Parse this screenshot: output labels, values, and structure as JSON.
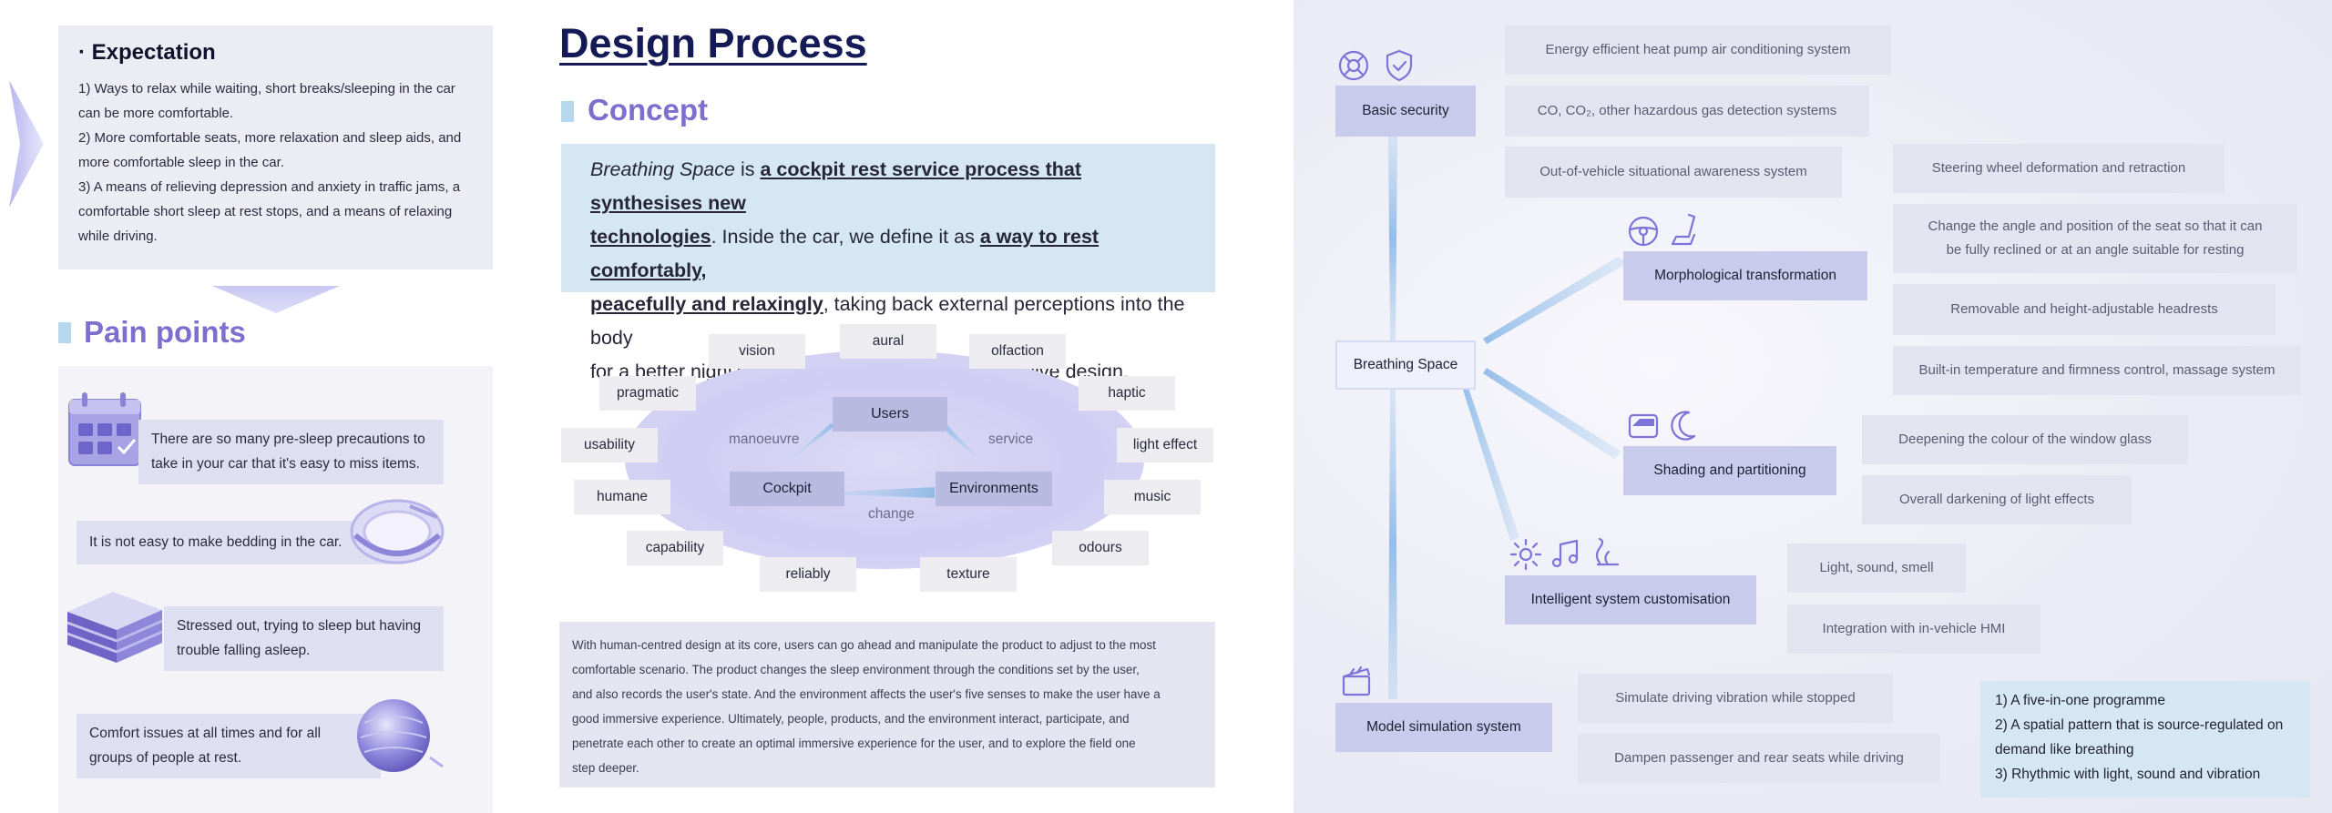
{
  "expectation": {
    "title": "· Expectation",
    "lines": [
      "1) Ways to relax while waiting, short breaks/sleeping in the car",
      "can be more comfortable.",
      "2) More comfortable seats, more relaxation and sleep aids, and",
      "more comfortable sleep in the car.",
      "3) A means of relieving depression and anxiety in traffic jams, a",
      "comfortable short sleep at rest stops, and a means of relaxing",
      "while driving."
    ]
  },
  "pain_points": {
    "title": "Pain points",
    "items": [
      {
        "line1": "There are so many pre-sleep precautions to",
        "line2": "take in your car that it's easy to miss items."
      },
      {
        "line1": "It is not easy to make bedding in the car.",
        "line2": ""
      },
      {
        "line1": "Stressed out, trying to sleep but having",
        "line2": "trouble falling asleep."
      },
      {
        "line1": "Comfort issues at all times and for all",
        "line2": "groups of people at rest."
      }
    ]
  },
  "design_process": {
    "title": "Design Process",
    "concept_title": "Concept",
    "concept": {
      "name_italic": "Breathing Space",
      "is": " is ",
      "underline1a": "a cockpit rest service process that synthesises new",
      "underline1b": "technologies",
      "mid": ". Inside the car, we define it as ",
      "underline2a": "a way to rest comfortably,",
      "underline2b": "peacefully and relaxingly",
      "rest1": ", taking back external perceptions into the body",
      "rest2": "for a better night's sleep or a short break, an exclusive design."
    }
  },
  "diagram": {
    "senses": {
      "vision": "vision",
      "aural": "aural",
      "olfaction": "olfaction",
      "pragmatic": "pragmatic",
      "haptic": "haptic",
      "usability": "usability",
      "light_effect": "light effect",
      "humane": "humane",
      "music": "music",
      "capability": "capability",
      "odours": "odours",
      "reliably": "reliably",
      "texture": "texture"
    },
    "cores": {
      "users": "Users",
      "cockpit": "Cockpit",
      "environments": "Environments"
    },
    "links": {
      "manoeuvre": "manoeuvre",
      "service": "service",
      "change": "change"
    }
  },
  "bottom_paragraph": [
    "With human-centred design at its core, users can go ahead and manipulate the product to adjust to the most",
    "comfortable scenario. The product changes the sleep environment through the conditions set by the user,",
    "and also records the user's state. And the environment affects the user's five senses to make the user have a",
    "good immersive experience. Ultimately, people, products, and the environment interact, participate, and",
    "penetrate each other to create an optimal immersive experience for the user, and to explore the field one",
    "step deeper."
  ],
  "mindmap": {
    "center": "Breathing Space",
    "branches": {
      "basic_security": {
        "label": "Basic security",
        "icons": [
          "lifebuoy-icon",
          "shield-check-icon"
        ],
        "leaves": [
          "Energy efficient heat pump air conditioning system",
          "CO, CO₂, other hazardous gas detection systems",
          "Out-of-vehicle situational awareness system"
        ]
      },
      "morphological": {
        "label": "Morphological transformation",
        "icons": [
          "steering-wheel-icon",
          "seat-icon"
        ],
        "leaves": [
          "Steering wheel deformation and retraction",
          "Change the angle and position of the seat so that it can",
          "be fully reclined or at an angle suitable for resting",
          "Removable and height-adjustable headrests",
          "Built-in temperature and firmness control, massage system"
        ]
      },
      "shading": {
        "label": "Shading and partitioning",
        "icons": [
          "car-window-icon",
          "moon-icon"
        ],
        "leaves": [
          "Deepening the colour of the window glass",
          "Overall darkening of light effects"
        ]
      },
      "intelligent": {
        "label": "Intelligent system customisation",
        "icons": [
          "sun-icon",
          "music-note-icon",
          "scent-icon"
        ],
        "leaves": [
          "Light, sound, smell",
          "Integration with in-vehicle HMI"
        ]
      },
      "model_sim": {
        "label": "Model simulation system",
        "icons": [
          "film-clapper-icon"
        ],
        "leaves": [
          "Simulate driving vibration while stopped",
          "Dampen passenger and rear seats while driving"
        ]
      }
    },
    "note": [
      "1) A five-in-one programme",
      "2) A spatial pattern that is source-regulated on",
      "demand like breathing",
      "3) Rhythmic with light, sound and vibration"
    ]
  },
  "colors": {
    "accent_purple": "#7e6fcf",
    "navy_title": "#141a55",
    "light_blue_box": "#d5e7f2",
    "node_lavender": "#c9cbec"
  }
}
